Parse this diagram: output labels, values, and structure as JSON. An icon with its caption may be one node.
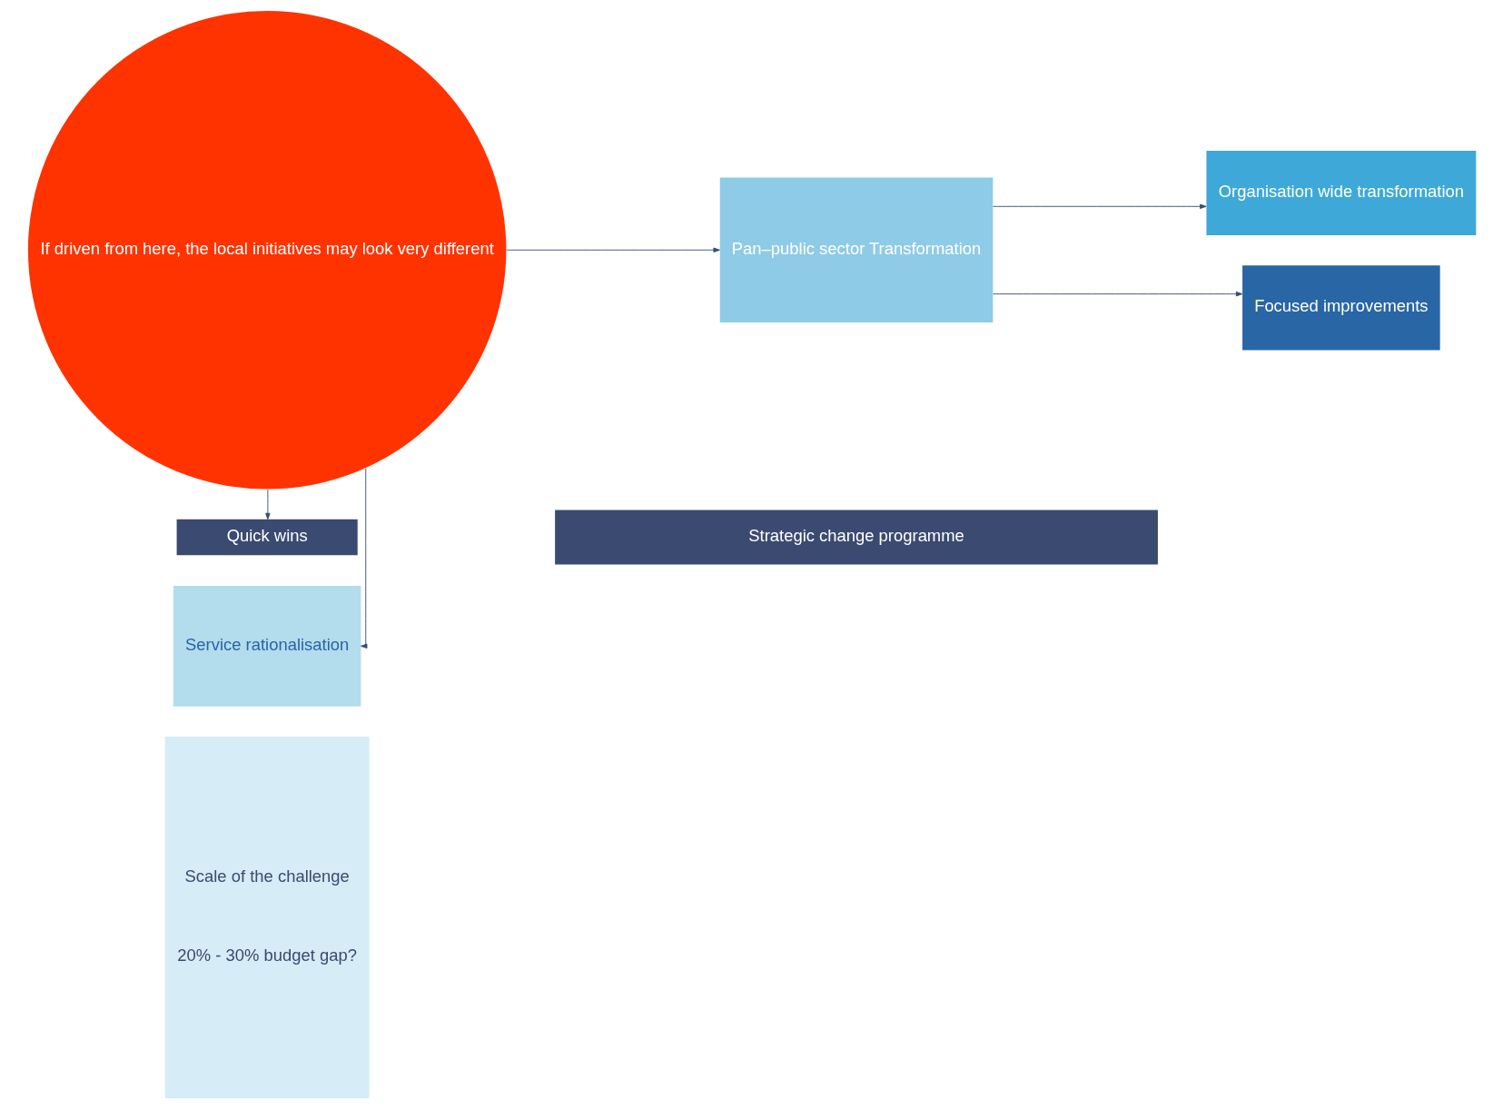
{
  "diagram": {
    "nodes": [
      {
        "text": [
          "Scale of the challenge",
          "20% - 30% budget gap?"
        ]
      },
      {
        "text": [
          "Service rationalisation"
        ]
      },
      {
        "text": [
          "Pan–public sector Transformation"
        ]
      },
      {
        "text": [
          "If driven from here, the local initiatives may look very different"
        ]
      },
      {
        "text": [
          "Organisation wide transformation"
        ]
      },
      {
        "text": [
          "Focused improvements"
        ]
      },
      {
        "text": [
          "Quick wins"
        ]
      },
      {
        "text": [
          "Strategic change programme"
        ]
      }
    ],
    "edges": [
      {
        "from": 3,
        "to": 1,
        "arrow": "to"
      },
      {
        "from": 3,
        "to": 2,
        "arrow": "to"
      },
      {
        "from": 3,
        "to": 6,
        "arrow": "to"
      },
      {
        "from": 2,
        "to": 4,
        "arrow": "to"
      },
      {
        "from": 2,
        "to": 5,
        "arrow": "to"
      }
    ]
  }
}
